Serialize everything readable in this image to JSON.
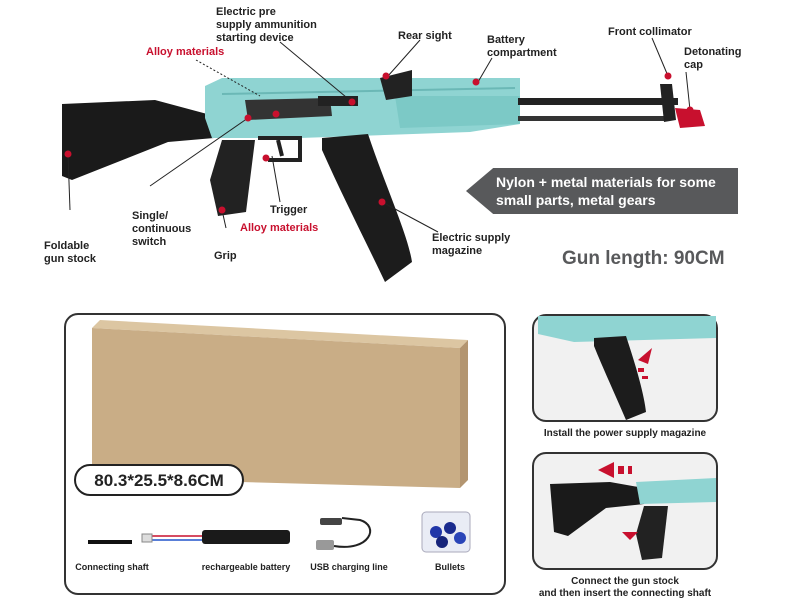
{
  "labels": {
    "electric_pre": "Electric pre\nsupply ammunition\nstarting device",
    "rear_sight": "Rear sight",
    "battery": "Battery\ncompartment",
    "front_collimator": "Front collimator",
    "detonating_cap": "Detonating\ncap",
    "alloy_top": "Alloy materials",
    "single": "Single/\ncontinuous\nswitch",
    "trigger": "Trigger",
    "alloy_bottom": "Alloy materials",
    "grip": "Grip",
    "foldable": "Foldable\ngun stock",
    "magazine": "Electric supply\nmagazine"
  },
  "banner": "Nylon + metal materials for some\nsmall parts, metal gears",
  "gun_length": "Gun length: 90CM",
  "box_dims": "80.3*25.5*8.6CM",
  "accessories": [
    "Connecting shaft",
    "rechargeable battery",
    "USB charging line",
    "Bullets"
  ],
  "steps": [
    "Install the power supply magazine",
    "Connect the gun stock\nand then insert the connecting shaft"
  ],
  "colors": {
    "body": "#8fd4d2",
    "accent_red": "#c8102e",
    "banner": "#58595b",
    "box": "#c9ad86"
  }
}
